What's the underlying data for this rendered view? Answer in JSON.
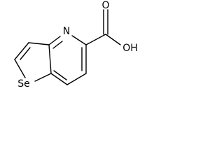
{
  "molecule": {
    "atoms": {
      "nitrogen": "N",
      "selenium": "Se",
      "carbonyl_oxygen": "O",
      "hydroxyl": "OH"
    },
    "colors": {
      "bond": "#000000",
      "label": "#000000",
      "background": "#ffffff"
    }
  }
}
